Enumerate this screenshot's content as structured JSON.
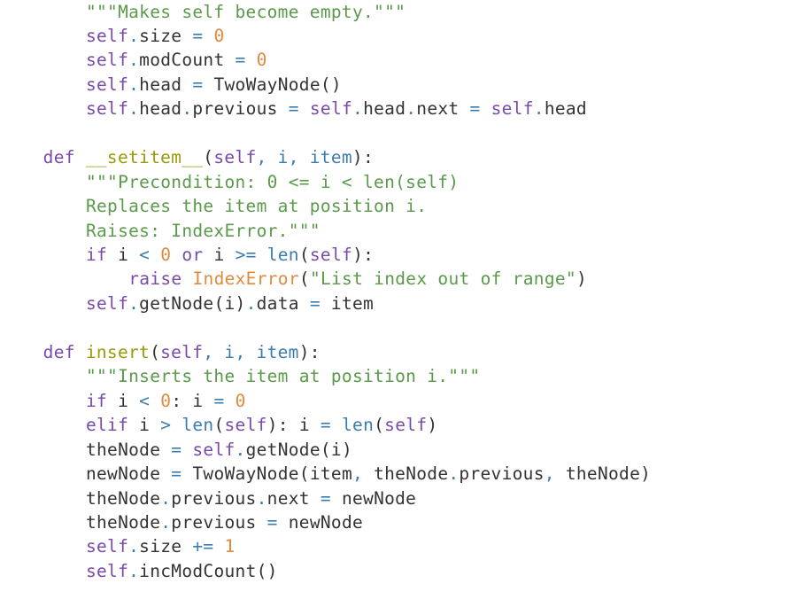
{
  "colors": {
    "background": "#ffffff",
    "keyword": "#7a4aa8",
    "function_name": "#9a9a08",
    "builtin": "#3b7cad",
    "number": "#e08a3c",
    "string": "#5a9a4a",
    "text": "#333333"
  },
  "code_lines": [
    {
      "indent": 8,
      "tokens": [
        {
          "c": "str",
          "t": "\"\"\"Makes self become empty.\"\"\""
        }
      ]
    },
    {
      "indent": 8,
      "tokens": [
        {
          "c": "self",
          "t": "self"
        },
        {
          "c": "dot",
          "t": "."
        },
        {
          "c": "id",
          "t": "size "
        },
        {
          "c": "op",
          "t": "="
        },
        {
          "c": "id",
          "t": " "
        },
        {
          "c": "num",
          "t": "0"
        }
      ]
    },
    {
      "indent": 8,
      "tokens": [
        {
          "c": "self",
          "t": "self"
        },
        {
          "c": "dot",
          "t": "."
        },
        {
          "c": "id",
          "t": "modCount "
        },
        {
          "c": "op",
          "t": "="
        },
        {
          "c": "id",
          "t": " "
        },
        {
          "c": "num",
          "t": "0"
        }
      ]
    },
    {
      "indent": 8,
      "tokens": [
        {
          "c": "self",
          "t": "self"
        },
        {
          "c": "dot",
          "t": "."
        },
        {
          "c": "id",
          "t": "head "
        },
        {
          "c": "op",
          "t": "="
        },
        {
          "c": "id",
          "t": " TwoWayNode"
        },
        {
          "c": "pun",
          "t": "()"
        }
      ]
    },
    {
      "indent": 8,
      "tokens": [
        {
          "c": "self",
          "t": "self"
        },
        {
          "c": "dot",
          "t": "."
        },
        {
          "c": "id",
          "t": "head"
        },
        {
          "c": "dot",
          "t": "."
        },
        {
          "c": "id",
          "t": "previous "
        },
        {
          "c": "op",
          "t": "="
        },
        {
          "c": "id",
          "t": " "
        },
        {
          "c": "self",
          "t": "self"
        },
        {
          "c": "dot",
          "t": "."
        },
        {
          "c": "id",
          "t": "head"
        },
        {
          "c": "dot",
          "t": "."
        },
        {
          "c": "id",
          "t": "next "
        },
        {
          "c": "op",
          "t": "="
        },
        {
          "c": "id",
          "t": " "
        },
        {
          "c": "self",
          "t": "self"
        },
        {
          "c": "dot",
          "t": "."
        },
        {
          "c": "id",
          "t": "head"
        }
      ]
    },
    {
      "indent": 0,
      "tokens": []
    },
    {
      "indent": 4,
      "tokens": [
        {
          "c": "kw",
          "t": "def"
        },
        {
          "c": "id",
          "t": " "
        },
        {
          "c": "fn",
          "t": "__setitem__"
        },
        {
          "c": "pun",
          "t": "("
        },
        {
          "c": "self",
          "t": "self"
        },
        {
          "c": "op",
          "t": ","
        },
        {
          "c": "id",
          "t": " "
        },
        {
          "c": "prm",
          "t": "i"
        },
        {
          "c": "op",
          "t": ","
        },
        {
          "c": "id",
          "t": " "
        },
        {
          "c": "prm",
          "t": "item"
        },
        {
          "c": "pun",
          "t": "):"
        }
      ]
    },
    {
      "indent": 8,
      "tokens": [
        {
          "c": "str",
          "t": "\"\"\"Precondition: 0 <= i < len(self)"
        }
      ]
    },
    {
      "indent": 8,
      "tokens": [
        {
          "c": "str",
          "t": "Replaces the item at position i."
        }
      ]
    },
    {
      "indent": 8,
      "tokens": [
        {
          "c": "str",
          "t": "Raises: IndexError.\"\"\""
        }
      ]
    },
    {
      "indent": 8,
      "tokens": [
        {
          "c": "kw",
          "t": "if"
        },
        {
          "c": "id",
          "t": " i "
        },
        {
          "c": "op",
          "t": "<"
        },
        {
          "c": "id",
          "t": " "
        },
        {
          "c": "num",
          "t": "0"
        },
        {
          "c": "id",
          "t": " "
        },
        {
          "c": "kw",
          "t": "or"
        },
        {
          "c": "id",
          "t": " i "
        },
        {
          "c": "op",
          "t": ">="
        },
        {
          "c": "id",
          "t": " "
        },
        {
          "c": "blt",
          "t": "len"
        },
        {
          "c": "pun",
          "t": "("
        },
        {
          "c": "self",
          "t": "self"
        },
        {
          "c": "pun",
          "t": "):"
        }
      ]
    },
    {
      "indent": 12,
      "tokens": [
        {
          "c": "kw",
          "t": "raise"
        },
        {
          "c": "id",
          "t": " "
        },
        {
          "c": "exc",
          "t": "IndexError"
        },
        {
          "c": "pun",
          "t": "("
        },
        {
          "c": "str",
          "t": "\"List index out of range\""
        },
        {
          "c": "pun",
          "t": ")"
        }
      ]
    },
    {
      "indent": 8,
      "tokens": [
        {
          "c": "self",
          "t": "self"
        },
        {
          "c": "dot",
          "t": "."
        },
        {
          "c": "id",
          "t": "getNode"
        },
        {
          "c": "pun",
          "t": "(i)"
        },
        {
          "c": "dot",
          "t": "."
        },
        {
          "c": "id",
          "t": "data "
        },
        {
          "c": "op",
          "t": "="
        },
        {
          "c": "id",
          "t": " item"
        }
      ]
    },
    {
      "indent": 0,
      "tokens": []
    },
    {
      "indent": 4,
      "tokens": [
        {
          "c": "kw",
          "t": "def"
        },
        {
          "c": "id",
          "t": " "
        },
        {
          "c": "fn",
          "t": "insert"
        },
        {
          "c": "pun",
          "t": "("
        },
        {
          "c": "self",
          "t": "self"
        },
        {
          "c": "op",
          "t": ","
        },
        {
          "c": "id",
          "t": " "
        },
        {
          "c": "prm",
          "t": "i"
        },
        {
          "c": "op",
          "t": ","
        },
        {
          "c": "id",
          "t": " "
        },
        {
          "c": "prm",
          "t": "item"
        },
        {
          "c": "pun",
          "t": "):"
        }
      ]
    },
    {
      "indent": 8,
      "tokens": [
        {
          "c": "str",
          "t": "\"\"\"Inserts the item at position i.\"\"\""
        }
      ]
    },
    {
      "indent": 8,
      "tokens": [
        {
          "c": "kw",
          "t": "if"
        },
        {
          "c": "id",
          "t": " i "
        },
        {
          "c": "op",
          "t": "<"
        },
        {
          "c": "id",
          "t": " "
        },
        {
          "c": "num",
          "t": "0"
        },
        {
          "c": "pun",
          "t": ":"
        },
        {
          "c": "id",
          "t": " i "
        },
        {
          "c": "op",
          "t": "="
        },
        {
          "c": "id",
          "t": " "
        },
        {
          "c": "num",
          "t": "0"
        }
      ]
    },
    {
      "indent": 8,
      "tokens": [
        {
          "c": "kw",
          "t": "elif"
        },
        {
          "c": "id",
          "t": " i "
        },
        {
          "c": "op",
          "t": ">"
        },
        {
          "c": "id",
          "t": " "
        },
        {
          "c": "blt",
          "t": "len"
        },
        {
          "c": "pun",
          "t": "("
        },
        {
          "c": "self",
          "t": "self"
        },
        {
          "c": "pun",
          "t": "):"
        },
        {
          "c": "id",
          "t": " i "
        },
        {
          "c": "op",
          "t": "="
        },
        {
          "c": "id",
          "t": " "
        },
        {
          "c": "blt",
          "t": "len"
        },
        {
          "c": "pun",
          "t": "("
        },
        {
          "c": "self",
          "t": "self"
        },
        {
          "c": "pun",
          "t": ")"
        }
      ]
    },
    {
      "indent": 8,
      "tokens": [
        {
          "c": "id",
          "t": "theNode "
        },
        {
          "c": "op",
          "t": "="
        },
        {
          "c": "id",
          "t": " "
        },
        {
          "c": "self",
          "t": "self"
        },
        {
          "c": "dot",
          "t": "."
        },
        {
          "c": "id",
          "t": "getNode"
        },
        {
          "c": "pun",
          "t": "(i)"
        }
      ]
    },
    {
      "indent": 8,
      "tokens": [
        {
          "c": "id",
          "t": "newNode "
        },
        {
          "c": "op",
          "t": "="
        },
        {
          "c": "id",
          "t": " TwoWayNode"
        },
        {
          "c": "pun",
          "t": "("
        },
        {
          "c": "id",
          "t": "item"
        },
        {
          "c": "op",
          "t": ","
        },
        {
          "c": "id",
          "t": " theNode"
        },
        {
          "c": "dot",
          "t": "."
        },
        {
          "c": "id",
          "t": "previous"
        },
        {
          "c": "op",
          "t": ","
        },
        {
          "c": "id",
          "t": " theNode"
        },
        {
          "c": "pun",
          "t": ")"
        }
      ]
    },
    {
      "indent": 8,
      "tokens": [
        {
          "c": "id",
          "t": "theNode"
        },
        {
          "c": "dot",
          "t": "."
        },
        {
          "c": "id",
          "t": "previous"
        },
        {
          "c": "dot",
          "t": "."
        },
        {
          "c": "id",
          "t": "next "
        },
        {
          "c": "op",
          "t": "="
        },
        {
          "c": "id",
          "t": " newNode"
        }
      ]
    },
    {
      "indent": 8,
      "tokens": [
        {
          "c": "id",
          "t": "theNode"
        },
        {
          "c": "dot",
          "t": "."
        },
        {
          "c": "id",
          "t": "previous "
        },
        {
          "c": "op",
          "t": "="
        },
        {
          "c": "id",
          "t": " newNode"
        }
      ]
    },
    {
      "indent": 8,
      "tokens": [
        {
          "c": "self",
          "t": "self"
        },
        {
          "c": "dot",
          "t": "."
        },
        {
          "c": "id",
          "t": "size "
        },
        {
          "c": "op",
          "t": "+="
        },
        {
          "c": "id",
          "t": " "
        },
        {
          "c": "num",
          "t": "1"
        }
      ]
    },
    {
      "indent": 8,
      "tokens": [
        {
          "c": "self",
          "t": "self"
        },
        {
          "c": "dot",
          "t": "."
        },
        {
          "c": "id",
          "t": "incModCount"
        },
        {
          "c": "pun",
          "t": "()"
        }
      ]
    }
  ]
}
